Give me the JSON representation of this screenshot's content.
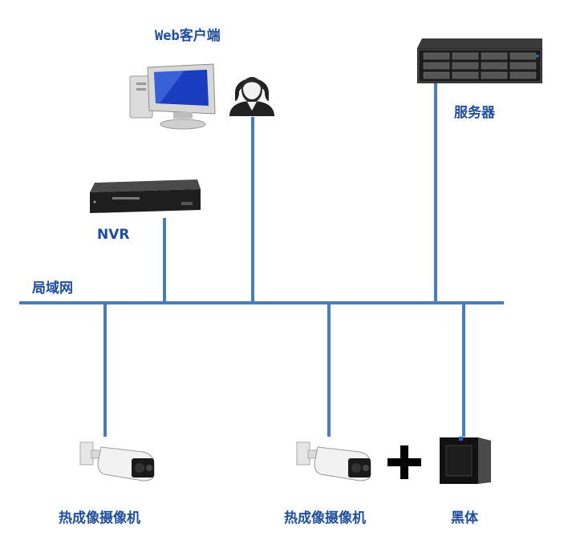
{
  "labels": {
    "web_client": "Web客户端",
    "server": "服务器",
    "nvr": "NVR",
    "lan": "局域网",
    "camera_1": "热成像摄像机",
    "camera_2": "热成像摄像机",
    "blackbody": "黑体"
  },
  "colors": {
    "line": "#4a7cc0",
    "label": "#1f4e9c"
  },
  "icons": {
    "monitor": "desktop-computer-icon",
    "user": "user-avatar-icon",
    "server": "rack-server-icon",
    "nvr": "nvr-recorder-icon",
    "camera": "thermal-camera-icon",
    "plus": "plus-icon",
    "blackbody": "blackbody-device-icon"
  }
}
